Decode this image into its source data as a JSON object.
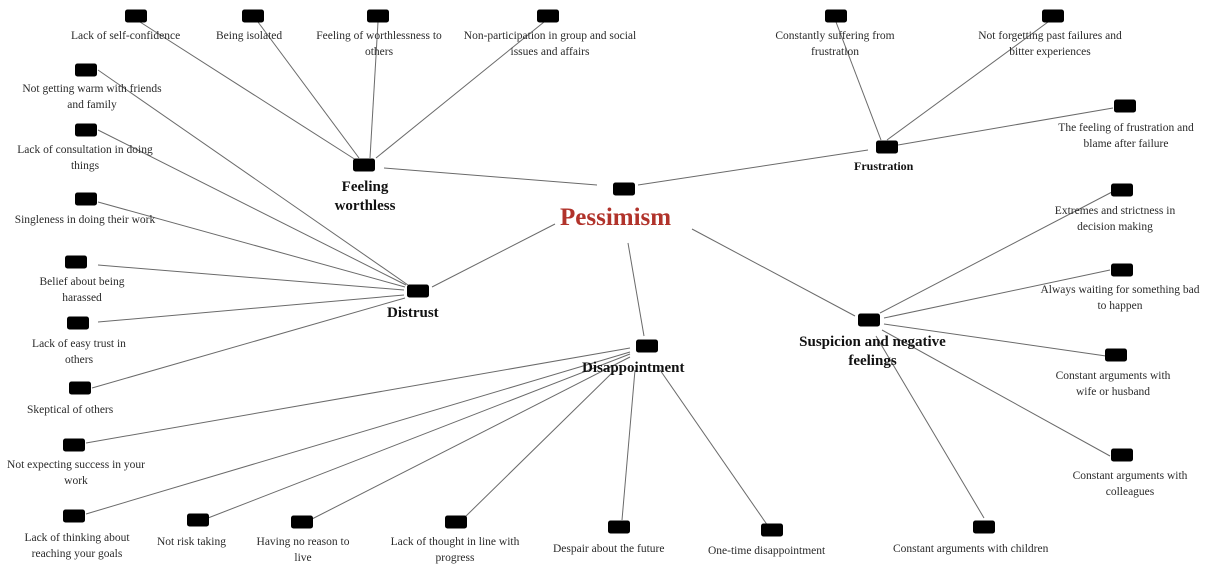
{
  "center": {
    "label": "Pessimism"
  },
  "themes": {
    "feeling_worthless": {
      "label": "Feeling worthless",
      "children": [
        "Lack of self-confidence",
        "Being isolated",
        "Feeling of worthlessness to others",
        "Non-participation in group and social issues and affairs"
      ]
    },
    "frustration": {
      "label": "Frustration",
      "children": [
        "Constantly suffering from frustration",
        "Not forgetting past failures and bitter experiences",
        "The feeling of frustration and blame after failure"
      ]
    },
    "distrust": {
      "label": "Distrust",
      "children": [
        "Not getting warm with friends and family",
        "Lack of consultation in doing things",
        "Singleness in doing their work",
        "Belief about being harassed",
        "Lack of easy trust in others",
        "Skeptical of others"
      ]
    },
    "suspicion": {
      "label": "Suspicion and negative feelings",
      "children": [
        "Extremes and strictness in decision making",
        "Always waiting for something bad to happen",
        "Constant arguments with wife or husband",
        "Constant arguments with colleagues",
        "Constant arguments with children"
      ]
    },
    "disappointment": {
      "label": "Disappointment",
      "children": [
        "Not expecting success in your work",
        "Lack of thinking about reaching your goals",
        "Not risk taking",
        "Having no reason to live",
        "Lack of thought in line with progress",
        "Despair about the future",
        "One-time disappointment"
      ]
    }
  },
  "colors": {
    "center_text": "#b1332b",
    "icon_stroke": "#2d5f8a",
    "edge": "#6a6a6a"
  },
  "icon_name": "memo-node-icon"
}
